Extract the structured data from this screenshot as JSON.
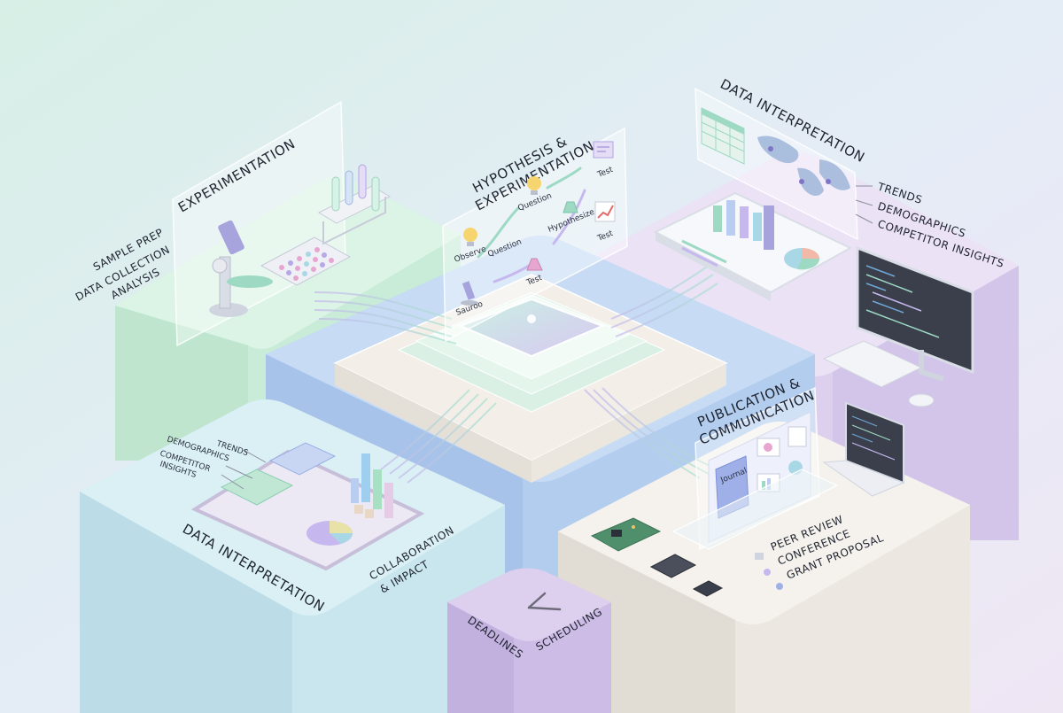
{
  "experimentation": {
    "title": "EXPERIMENTATION",
    "steps": [
      "SAMPLE PREP",
      "DATA COLLECTION",
      "ANALYSIS"
    ]
  },
  "hypothesis": {
    "title_line1": "HYPOTHESIS &",
    "title_line2": "EXPERIMENTATION",
    "cycle": {
      "observe": "Observe",
      "question_left": "Question",
      "question_top": "Question",
      "hypothesize": "Hypothesize",
      "test_top": "Test",
      "test_right": "Test",
      "test_bottom": "Test",
      "source": "Sauroo"
    }
  },
  "data_interpretation_top": {
    "title": "DATA INTERPRETATION",
    "items": [
      "TRENDS",
      "DEMOGRAPHICS",
      "COMPETITOR INSIGHTS"
    ]
  },
  "data_interpretation_bottom": {
    "title": "DATA INTERPRETATION",
    "labels": {
      "trends": "TRENDS",
      "demographics": "DEMOGRAPHICS",
      "competitor_line1": "COMPETITOR",
      "competitor_line2": "INSIGHTS"
    }
  },
  "collaboration": {
    "line1": "COLLABORATION",
    "line2": "& IMPACT"
  },
  "publication": {
    "title_line1": "PUBLICATION &",
    "title_line2": "COMMUNICATION",
    "journal_label": "Journal",
    "items": [
      "PEER REVIEW",
      "CONFERENCE",
      "GRANT PROPOSAL"
    ]
  },
  "timeline": {
    "deadlines": "DEADLINES",
    "scheduling": "SCHEDULING"
  },
  "colors": {
    "mint": "#cfeedd",
    "blue": "#b9d3f2",
    "lavender": "#e2d6f0",
    "cream": "#f1ede6",
    "purple": "#cbbbe6",
    "green": "#a8e0c4"
  }
}
